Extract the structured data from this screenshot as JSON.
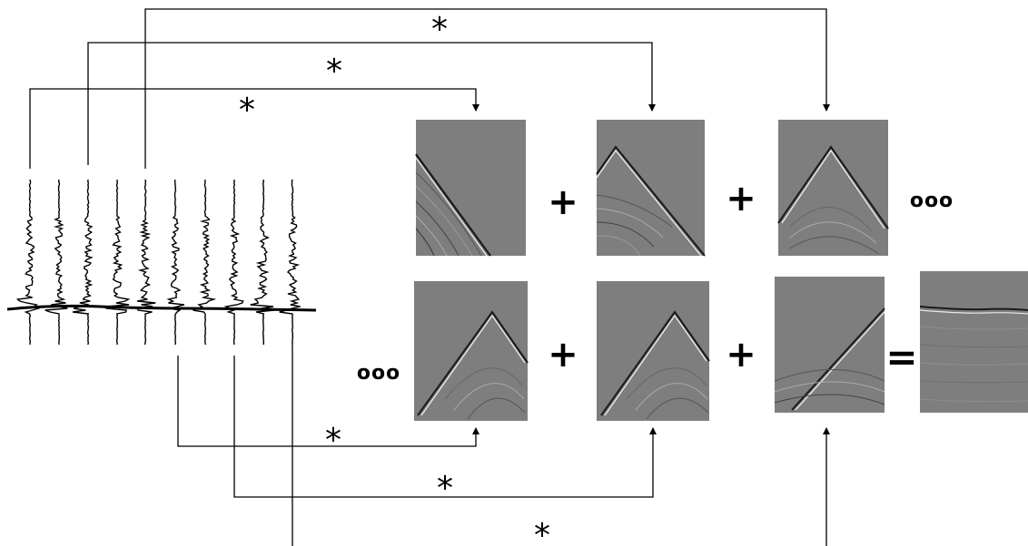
{
  "diagram": {
    "convolution_symbol": "*",
    "plus_symbol": "+",
    "equals_symbol": "=",
    "ellipsis_symbol": "ooo",
    "trace_count": 10,
    "panels": [
      {
        "id": "top-1",
        "row": "top",
        "content": "partial-shot-gather"
      },
      {
        "id": "top-2",
        "row": "top",
        "content": "partial-shot-gather"
      },
      {
        "id": "top-3",
        "row": "top",
        "content": "partial-shot-gather"
      },
      {
        "id": "bottom-1",
        "row": "bottom",
        "content": "partial-shot-gather"
      },
      {
        "id": "bottom-2",
        "row": "bottom",
        "content": "partial-shot-gather"
      },
      {
        "id": "bottom-3",
        "row": "bottom",
        "content": "partial-shot-gather"
      },
      {
        "id": "result",
        "row": "bottom",
        "content": "summed-image"
      }
    ],
    "colors": {
      "panel_gray": "#7e7e7e",
      "line": "#000000",
      "background": "#ffffff"
    }
  }
}
